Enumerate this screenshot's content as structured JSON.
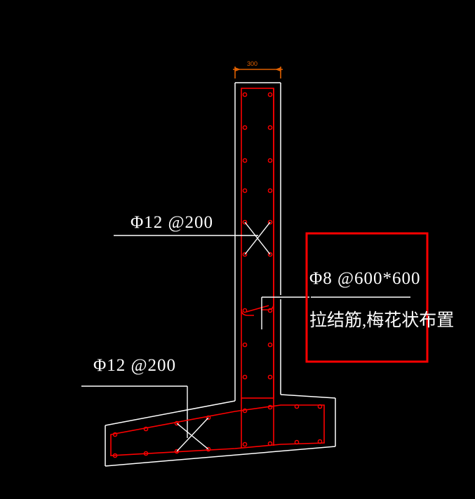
{
  "drawing": {
    "type": "reinforcement-section-detail",
    "background_color": "#000000",
    "line_colors": {
      "concrete_outline": "#ffffff",
      "rebar": "#ff0000",
      "dimension": "#e06000",
      "leader": "#ffffff",
      "note_box": "#ff0000"
    }
  },
  "dimensions": {
    "top_width": {
      "value": "300",
      "unit": "mm"
    }
  },
  "annotations": {
    "wall_rebar_label": "Φ12 @200",
    "footing_rebar_label": "Φ12 @200"
  },
  "note_box": {
    "line1": "Φ8 @600*600",
    "line2": "拉结筋,梅花状布置",
    "border_color": "#ff0000"
  },
  "elements": {
    "wall_label": "shear-wall-section",
    "footing_label": "footing-slab-section",
    "tie_bar_label": "tie-bar-detail",
    "cross_mark_label": "rebar-cross-mark"
  }
}
